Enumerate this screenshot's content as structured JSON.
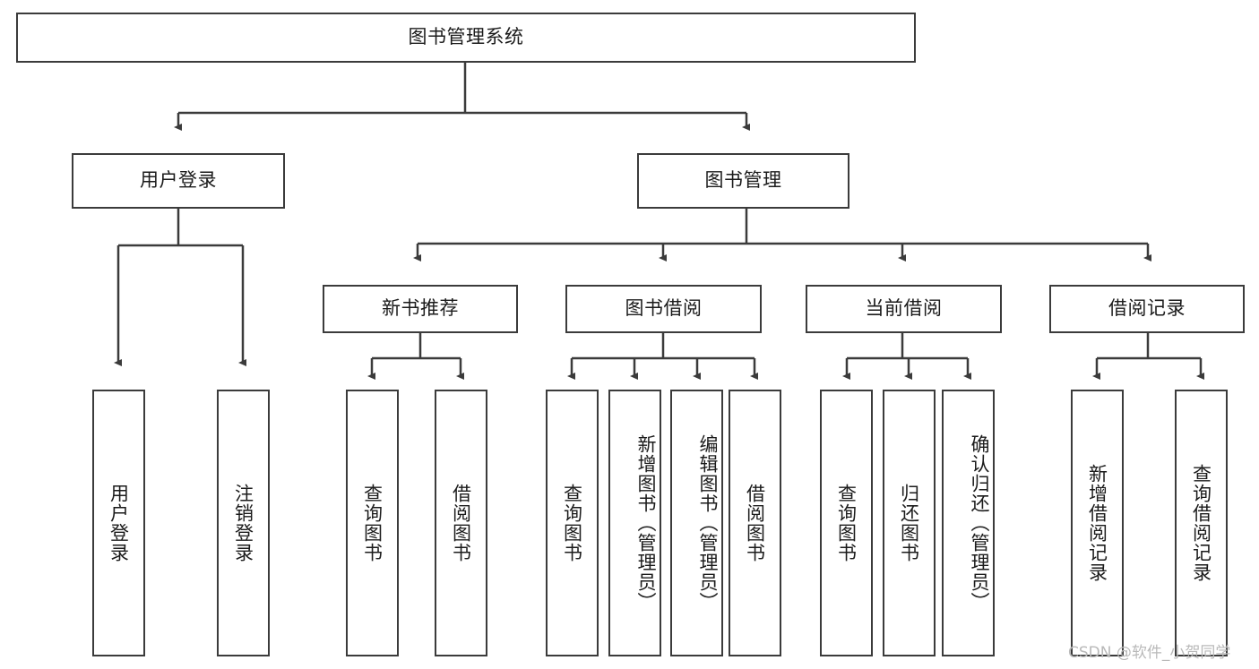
{
  "diagram": {
    "title": "图书管理系统",
    "type": "tree-hierarchy",
    "root": {
      "label": "图书管理系统"
    },
    "level2": [
      {
        "label": "用户登录"
      },
      {
        "label": "图书管理"
      }
    ],
    "level3": [
      {
        "label": "新书推荐"
      },
      {
        "label": "图书借阅"
      },
      {
        "label": "当前借阅"
      },
      {
        "label": "借阅记录"
      }
    ],
    "leaves": {
      "user_login": [
        {
          "label": "用户登录"
        },
        {
          "label": "注销登录"
        }
      ],
      "new_book_recommend": [
        {
          "label": "查询图书"
        },
        {
          "label": "借阅图书"
        }
      ],
      "book_borrow": [
        {
          "label": "查询图书"
        },
        {
          "label": "新增图书（管理员）"
        },
        {
          "label": "编辑图书（管理员）"
        },
        {
          "label": "借阅图书"
        }
      ],
      "current_borrow": [
        {
          "label": "查询图书"
        },
        {
          "label": "归还图书"
        },
        {
          "label": "确认归还（管理员）"
        }
      ],
      "borrow_record": [
        {
          "label": "新增借阅记录"
        },
        {
          "label": "查询借阅记录"
        }
      ]
    }
  },
  "watermark": {
    "text": "CSDN @软件_小贺同学"
  },
  "colors": {
    "stroke": "#3b3b3b",
    "background": "#ffffff",
    "text": "#1b1b1b",
    "watermark": "#b9b9b9"
  }
}
